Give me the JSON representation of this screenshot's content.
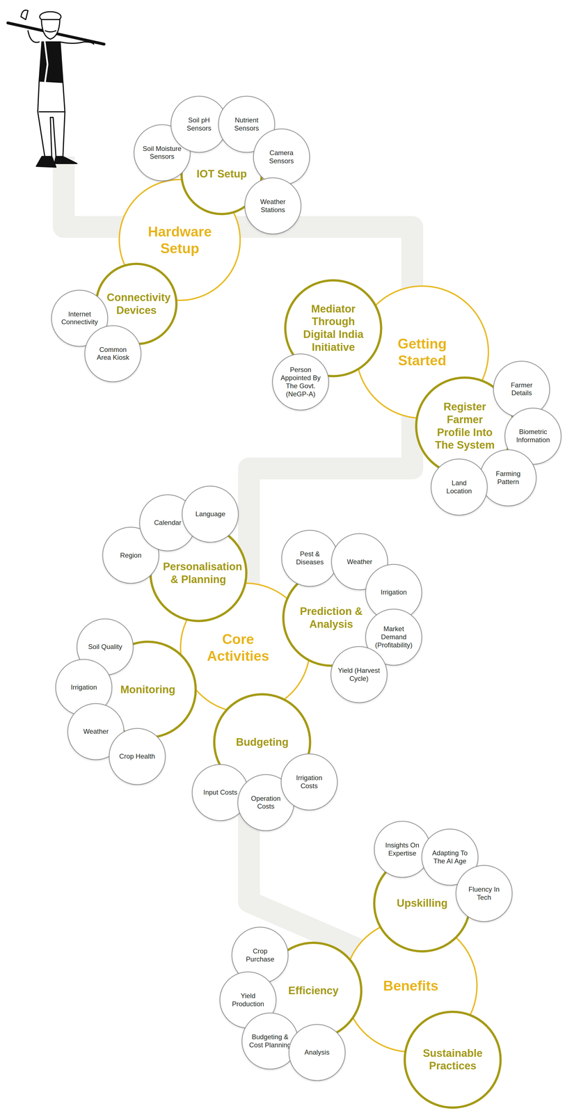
{
  "diagram": {
    "nodes": [
      {
        "text": [
          "Hardware Setup"
        ]
      },
      {
        "text": [
          "IOT Setup"
        ]
      },
      {
        "text": [
          "Soil Moisture Sensors"
        ]
      },
      {
        "text": [
          "Soil pH Sensors"
        ]
      },
      {
        "text": [
          "Nutrient Sensors"
        ]
      },
      {
        "text": [
          "Camera Sensors"
        ]
      },
      {
        "text": [
          "Weather Stations"
        ]
      },
      {
        "text": [
          "Connectivity Devices"
        ]
      },
      {
        "text": [
          "Internet Connectivity"
        ]
      },
      {
        "text": [
          "Common Area Kiosk"
        ]
      },
      {
        "text": [
          "Getting Started"
        ]
      },
      {
        "text": [
          "Mediator Through Digital India Initiative"
        ]
      },
      {
        "text": [
          "Person Appointed By The Govt. (NeGP-A)"
        ]
      },
      {
        "text": [
          "Register Farmer Profile Into The System"
        ]
      },
      {
        "text": [
          "Farmer Details"
        ]
      },
      {
        "text": [
          "Biometric Information"
        ]
      },
      {
        "text": [
          "Farming Pattern"
        ]
      },
      {
        "text": [
          "Land Location"
        ]
      },
      {
        "text": [
          "Core Activities"
        ]
      },
      {
        "text": [
          "Personalisation & Planning"
        ]
      },
      {
        "text": [
          "Region"
        ]
      },
      {
        "text": [
          "Calendar"
        ]
      },
      {
        "text": [
          "Language"
        ]
      },
      {
        "text": [
          "Prediction & Analysis"
        ]
      },
      {
        "text": [
          "Pest & Diseases"
        ]
      },
      {
        "text": [
          "Weather"
        ]
      },
      {
        "text": [
          "Irrigation"
        ]
      },
      {
        "text": [
          "Market Demand (Profitability)"
        ]
      },
      {
        "text": [
          "Yield (Harvest Cycle)"
        ]
      },
      {
        "text": [
          "Monitoring"
        ]
      },
      {
        "text": [
          "Soil Quality"
        ]
      },
      {
        "text": [
          "Irrigation"
        ]
      },
      {
        "text": [
          "Weather"
        ]
      },
      {
        "text": [
          "Crop Health"
        ]
      },
      {
        "text": [
          "Budgeting"
        ]
      },
      {
        "text": [
          "Input Costs"
        ]
      },
      {
        "text": [
          "Operation Costs"
        ]
      },
      {
        "text": [
          "Irrigation Costs"
        ]
      },
      {
        "text": [
          "Benefits"
        ]
      },
      {
        "text": [
          "Upskilling"
        ]
      },
      {
        "text": [
          "Insights On Expertise"
        ]
      },
      {
        "text": [
          "Adapting To The AI Age"
        ]
      },
      {
        "text": [
          "Fluency In Tech"
        ]
      },
      {
        "text": [
          "Efficiency"
        ]
      },
      {
        "text": [
          "Crop Purchase"
        ]
      },
      {
        "text": [
          "Yield Production"
        ]
      },
      {
        "text": [
          "Budgeting & Cost Planning"
        ]
      },
      {
        "text": [
          "Analysis"
        ]
      },
      {
        "text": [
          "Sustainable Practices"
        ]
      }
    ]
  }
}
